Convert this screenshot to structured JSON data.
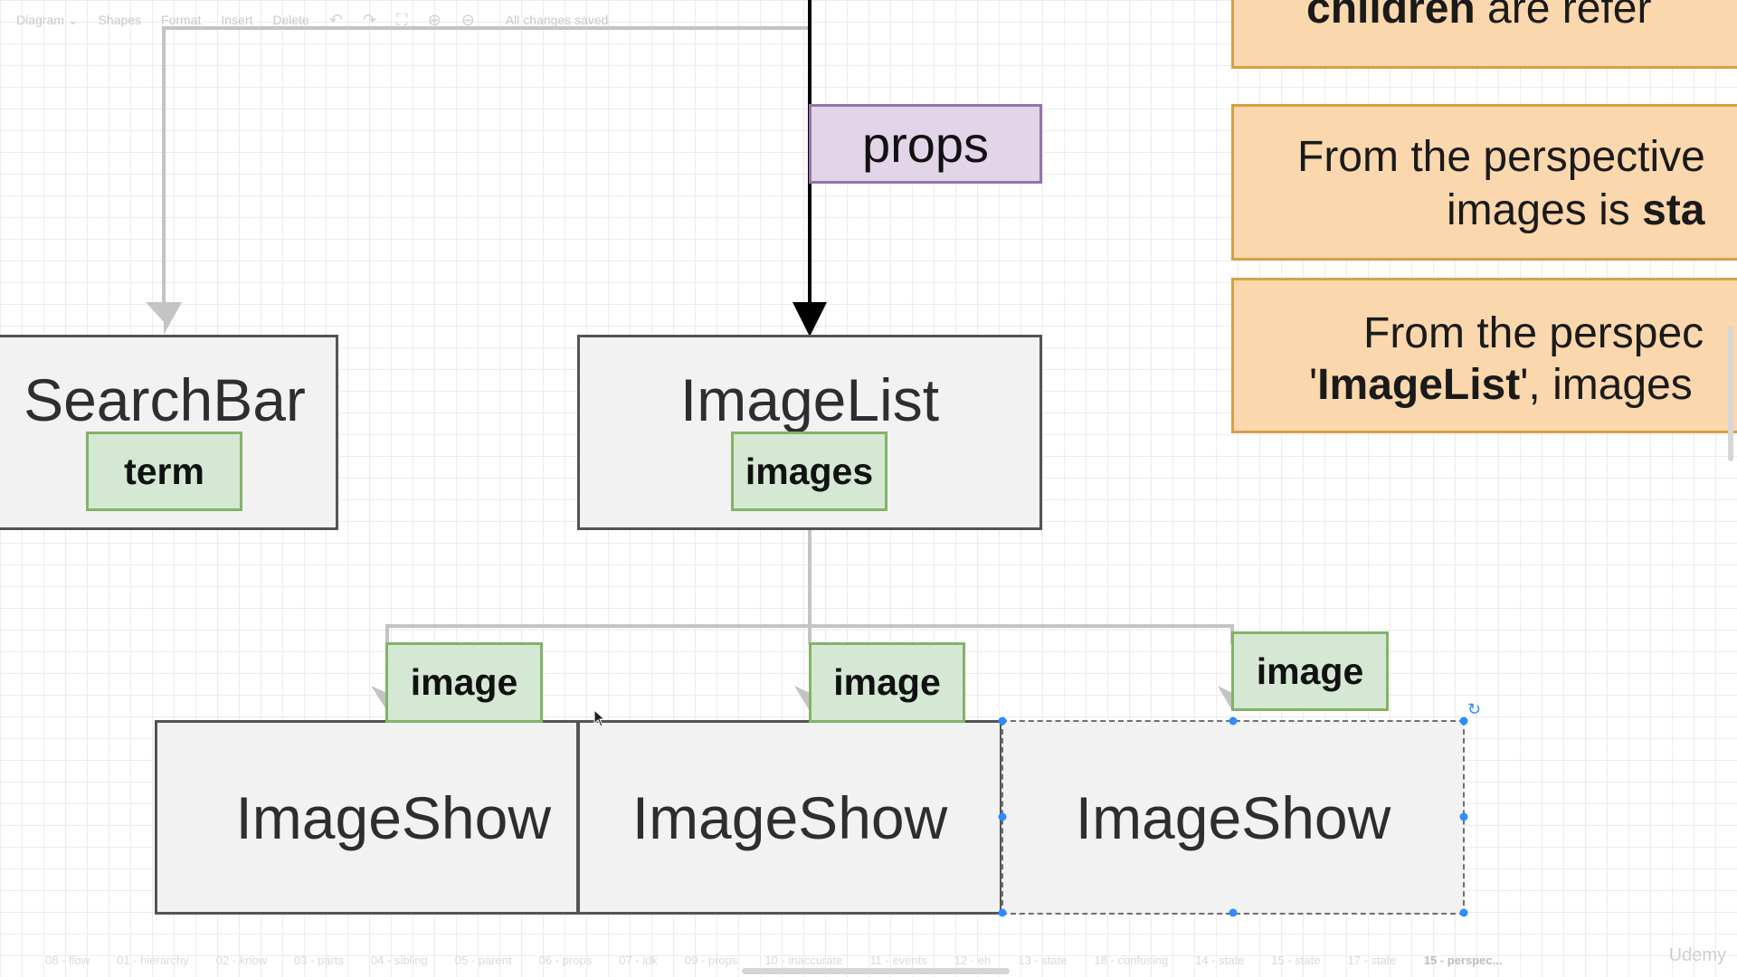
{
  "toolbar": {
    "diagram_menu": "Diagram ⌄",
    "shapes": "Shapes",
    "format": "Format",
    "insert": "Insert",
    "delete": "Delete",
    "status": "All changes saved"
  },
  "nodes": {
    "searchbar": {
      "title": "SearchBar",
      "tag": "term"
    },
    "imagelist": {
      "title": "ImageList",
      "tag": "images"
    },
    "imageshow_1": {
      "title": "ImageShow",
      "tag": "image"
    },
    "imageshow_2": {
      "title": "ImageShow",
      "tag": "image"
    },
    "imageshow_3": {
      "title": "ImageShow",
      "tag": "image"
    }
  },
  "edge_label": "props",
  "notes": [
    {
      "parts": [
        {
          "text": "children",
          "bold": true
        },
        {
          "text": " are refer",
          "bold": false
        }
      ]
    },
    {
      "lines": [
        [
          {
            "text": "From the perspective",
            "bold": false
          }
        ],
        [
          {
            "text": "images is ",
            "bold": false
          },
          {
            "text": "sta",
            "bold": true
          }
        ]
      ]
    },
    {
      "lines": [
        [
          {
            "text": "From the perspec",
            "bold": false
          }
        ],
        [
          {
            "text": "'",
            "bold": false
          },
          {
            "text": "ImageList",
            "bold": true
          },
          {
            "text": "', images",
            "bold": false
          }
        ]
      ]
    }
  ],
  "pages": [
    "08 - flow",
    "01 - hierarchy",
    "02 - know",
    "03 - parts",
    "04 - sibling",
    "05 - parent",
    "06 - props",
    "07 - idk",
    "09 - props",
    "10 - inaccurate",
    "11 - events",
    "12 - eh",
    "13 - state",
    "18 - confusing",
    "14 - state",
    "15 - state",
    "17 - state",
    "15 - perspec..."
  ],
  "current_page_index": 17,
  "watermark": "Udemy",
  "colors": {
    "node_fill": "#f2f2f2",
    "node_stroke": "#545454",
    "tag_fill": "#d5e8d4",
    "tag_stroke": "#82b366",
    "props_fill": "#e1d5e7",
    "props_stroke": "#9673a6",
    "note_fill": "#fad7ac",
    "note_stroke": "#d4a046",
    "selection": "#2f8cff"
  }
}
